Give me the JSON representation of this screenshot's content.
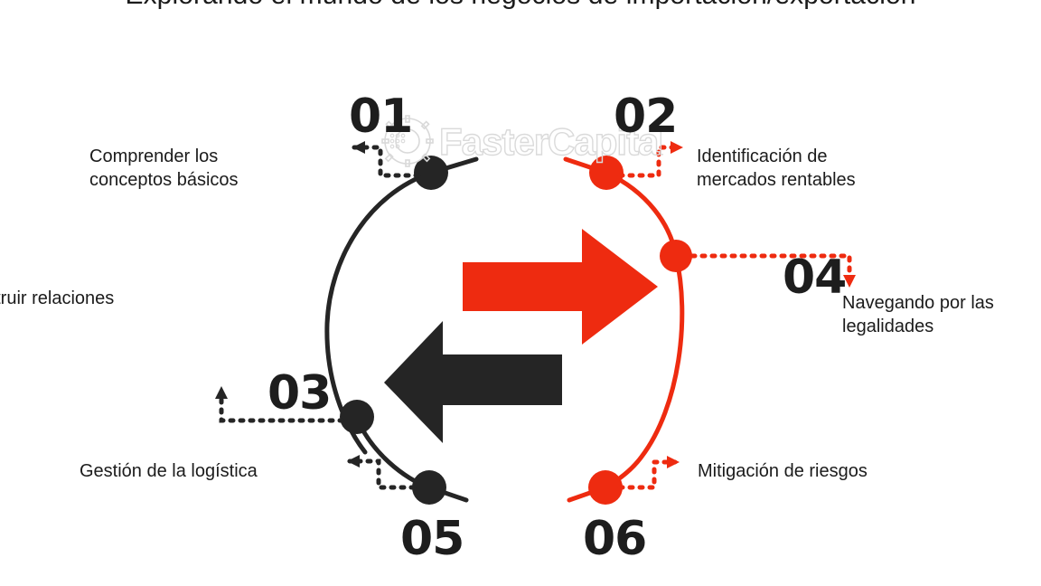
{
  "title": "Explorando el mundo de los negocios de importación/exportación",
  "colors": {
    "red": "#ee2b10",
    "black": "#252525",
    "text": "#1b1b1b",
    "watermark": "#d8d8d8",
    "background": "#ffffff"
  },
  "center": {
    "arrow_right": "red-right-arrow",
    "arrow_left": "black-left-arrow"
  },
  "watermark": {
    "text": "FasterCapital",
    "icon": "gear-icon"
  },
  "steps": [
    {
      "number": "01",
      "label": "Comprender los\nconceptos básicos",
      "color": "#252525",
      "side": "left"
    },
    {
      "number": "02",
      "label": "Identificación de\nmercados rentables",
      "color": "#ee2b10",
      "side": "right"
    },
    {
      "number": "03",
      "label": "Gestión de la logística",
      "color": "#252525",
      "side": "left"
    },
    {
      "number": "04",
      "label": "Navegando por las\nlegalidades",
      "color": "#ee2b10",
      "side": "right"
    },
    {
      "number": "05",
      "label": "nstruir relaciones",
      "color": "#252525",
      "side": "left"
    },
    {
      "number": "06",
      "label": "Mitigación de riesgos",
      "color": "#ee2b10",
      "side": "right"
    }
  ],
  "labels": {
    "step1": "Comprender los conceptos básicos",
    "step1_line1": "Comprender los",
    "step1_line2": "conceptos básicos",
    "step2_line1": "Identificación de",
    "step2_line2": "mercados rentables",
    "step3": "Gestión de la logística",
    "step4_line1": "Navegando por las",
    "step4_line2": "legalidades",
    "step5": "nstruir relaciones",
    "step6": "Mitigación de riesgos"
  },
  "numbers": {
    "n1": "01",
    "n2": "02",
    "n3": "03",
    "n4": "04",
    "n5": "05",
    "n6": "06"
  }
}
